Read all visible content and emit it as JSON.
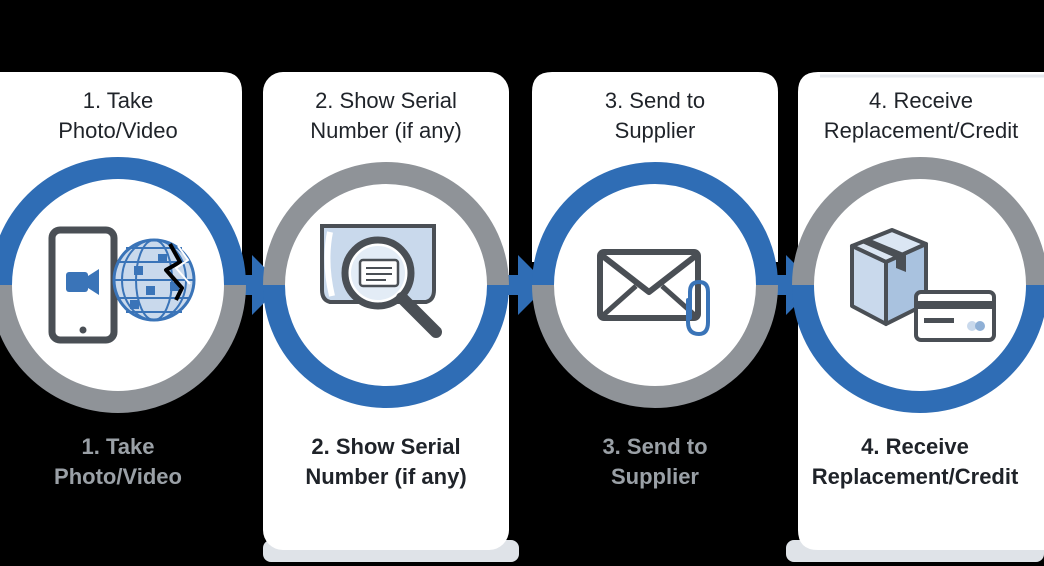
{
  "colors": {
    "background": "#000000",
    "card": "#ffffff",
    "card_edge": "#dfe3e8",
    "ring_blue": "#2f6db5",
    "ring_gray": "#8f9398",
    "text": "#1f2329",
    "text_faded": "#9aa0a6",
    "icon_stroke": "#4a4f55",
    "icon_blue": "#3a74b8",
    "icon_light_blue": "#c9d9ec"
  },
  "steps": [
    {
      "top_label": [
        "1. Take",
        "Photo/Video"
      ],
      "bottom_label": [
        "1. Take",
        "Photo/Video"
      ],
      "icon": "phone-video-globe-icon"
    },
    {
      "top_label": [
        "2. Show Serial",
        "Number (if any)"
      ],
      "bottom_label": [
        "2. Show Serial",
        "Number (if any)"
      ],
      "icon": "magnifier-serial-icon"
    },
    {
      "top_label": [
        "3. Send to",
        "Supplier"
      ],
      "bottom_label": [
        "3. Send to",
        "Supplier"
      ],
      "icon": "envelope-paperclip-icon"
    },
    {
      "top_label": [
        "4. Receive",
        "Replacement/Credit"
      ],
      "bottom_label": [
        "4. Receive",
        "Replacement/Credit"
      ],
      "icon": "box-card-icon"
    }
  ]
}
